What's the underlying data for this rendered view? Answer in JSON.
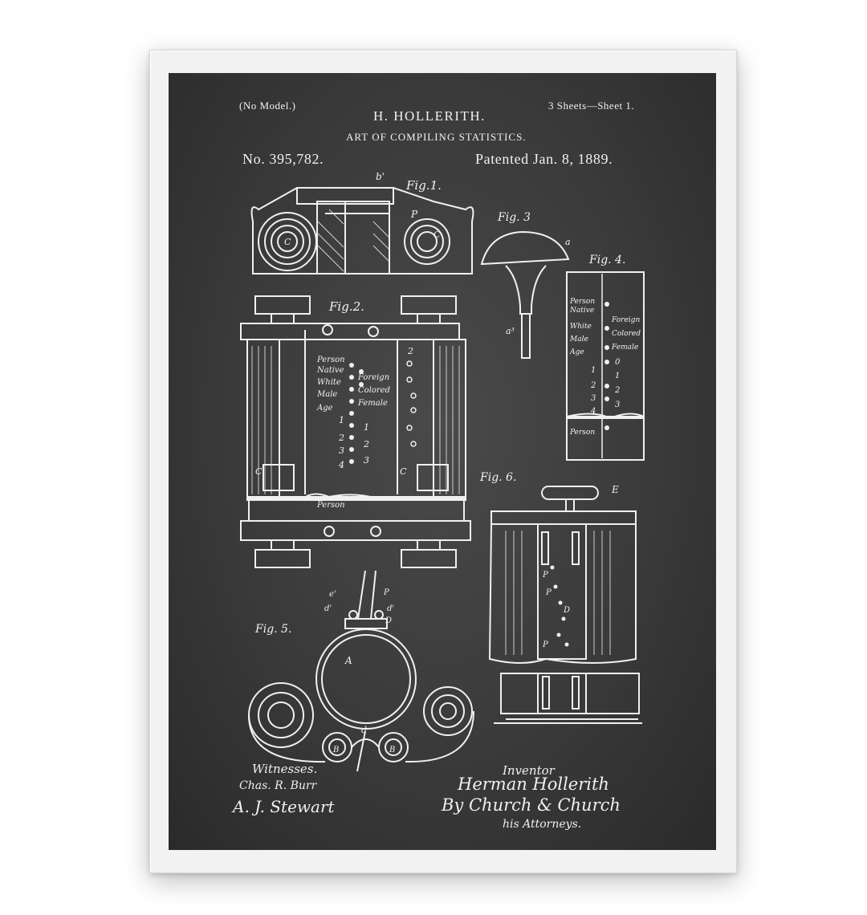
{
  "header": {
    "model_note": "(No Model.)",
    "sheets": "3 Sheets—Sheet 1.",
    "inventor_name": "H. HOLLERITH.",
    "title": "ART OF COMPILING STATISTICS.",
    "patent_number": "No. 395,782.",
    "patent_date": "Patented Jan. 8, 1889."
  },
  "figures": {
    "fig1": "Fig.1.",
    "fig2": "Fig.2.",
    "fig3": "Fig. 3",
    "fig4": "Fig. 4.",
    "fig5": "Fig. 5.",
    "fig6": "Fig. 6."
  },
  "card_labels": {
    "person": "Person",
    "native": "Native",
    "foreign": "Foreign",
    "white": "White",
    "colored": "Colored",
    "male": "Male",
    "female": "Female",
    "age": "Age",
    "numbers": [
      "0",
      "1",
      "2",
      "3",
      "4"
    ]
  },
  "footer": {
    "witnesses": "Witnesses.",
    "witness1": "Chas. R. Burr",
    "witness2": "A. J. Stewart",
    "inventor_label": "Inventor",
    "inventor_signature": "Herman Hollerith",
    "attorneys_signature": "By Church & Church",
    "attorneys_label": "his Attorneys."
  },
  "colors": {
    "board": "#3a3a3a",
    "chalk": "#f2f2f2",
    "frame": "#f2f2f2"
  }
}
